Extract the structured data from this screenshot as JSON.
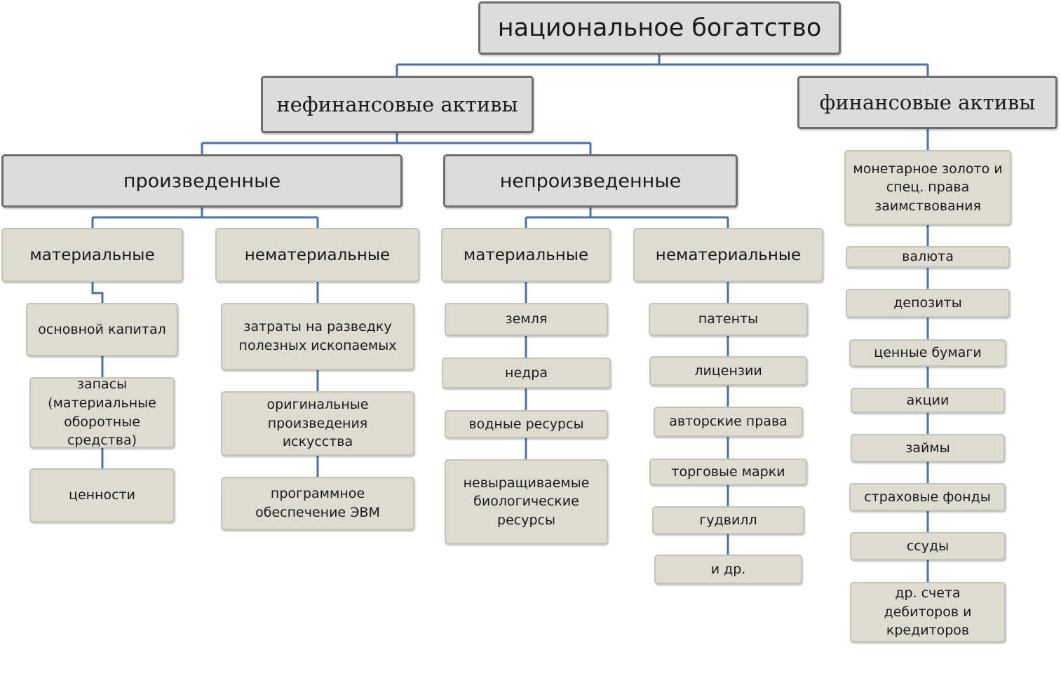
{
  "root": "национальное богатство",
  "nonfinancial": "нефинансовые активы",
  "financial": "финансовые активы",
  "produced": "произведенные",
  "nonproduced": "непроизведенные",
  "produced_material": {
    "label": "материальные",
    "items": [
      "основной капитал",
      "запасы (материальные оборотные средства)",
      "ценности"
    ]
  },
  "produced_intangible": {
    "label": "нематериальные",
    "items": [
      "затраты на разведку полезных ископаемых",
      "оригинальные произведения искусства",
      "программное обеспечение ЭВМ"
    ]
  },
  "nonproduced_material": {
    "label": "материальные",
    "items": [
      "земля",
      "недра",
      "водные ресурсы",
      "невыращиваемые биологические ресурсы"
    ]
  },
  "nonproduced_intangible": {
    "label": "нематериальные",
    "items": [
      "патенты",
      "лицензии",
      "авторские права",
      "торговые марки",
      "гудвилл",
      "и др."
    ]
  },
  "financial_items": [
    "монетарное золото и спец. права заимствования",
    "валюта",
    "депозиты",
    "ценные бумаги",
    "акции",
    "займы",
    "страховые фонды",
    "ссуды",
    "др. счета дебиторов и кредиторов"
  ],
  "line_color": "#4a72a8"
}
